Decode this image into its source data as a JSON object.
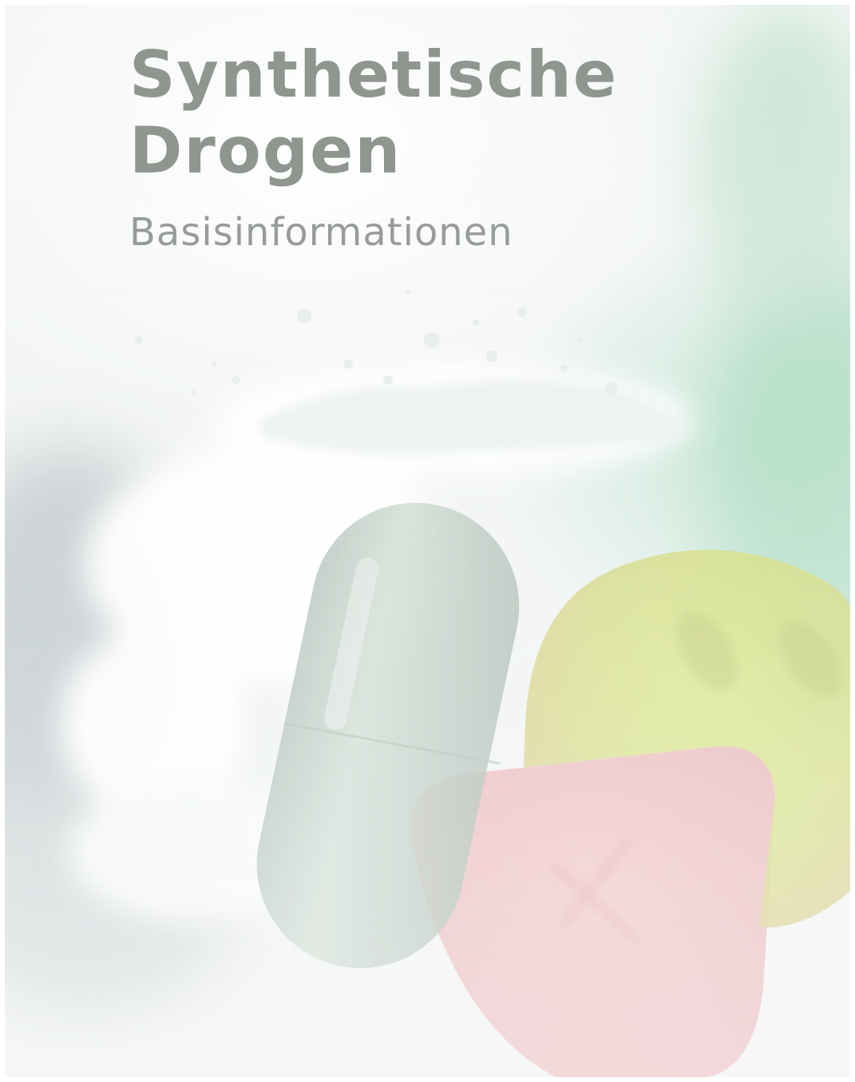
{
  "cover": {
    "title_line1": "Synthetische",
    "title_line2": "Drogen",
    "subtitle": "Basisinformationen"
  },
  "colors": {
    "title_text": "#8f958f",
    "capsule": "#9fb8a8",
    "round_tablet": "#c8d84a",
    "triangle_tablet": "#e8a0a4",
    "powder": "#ffffff"
  }
}
